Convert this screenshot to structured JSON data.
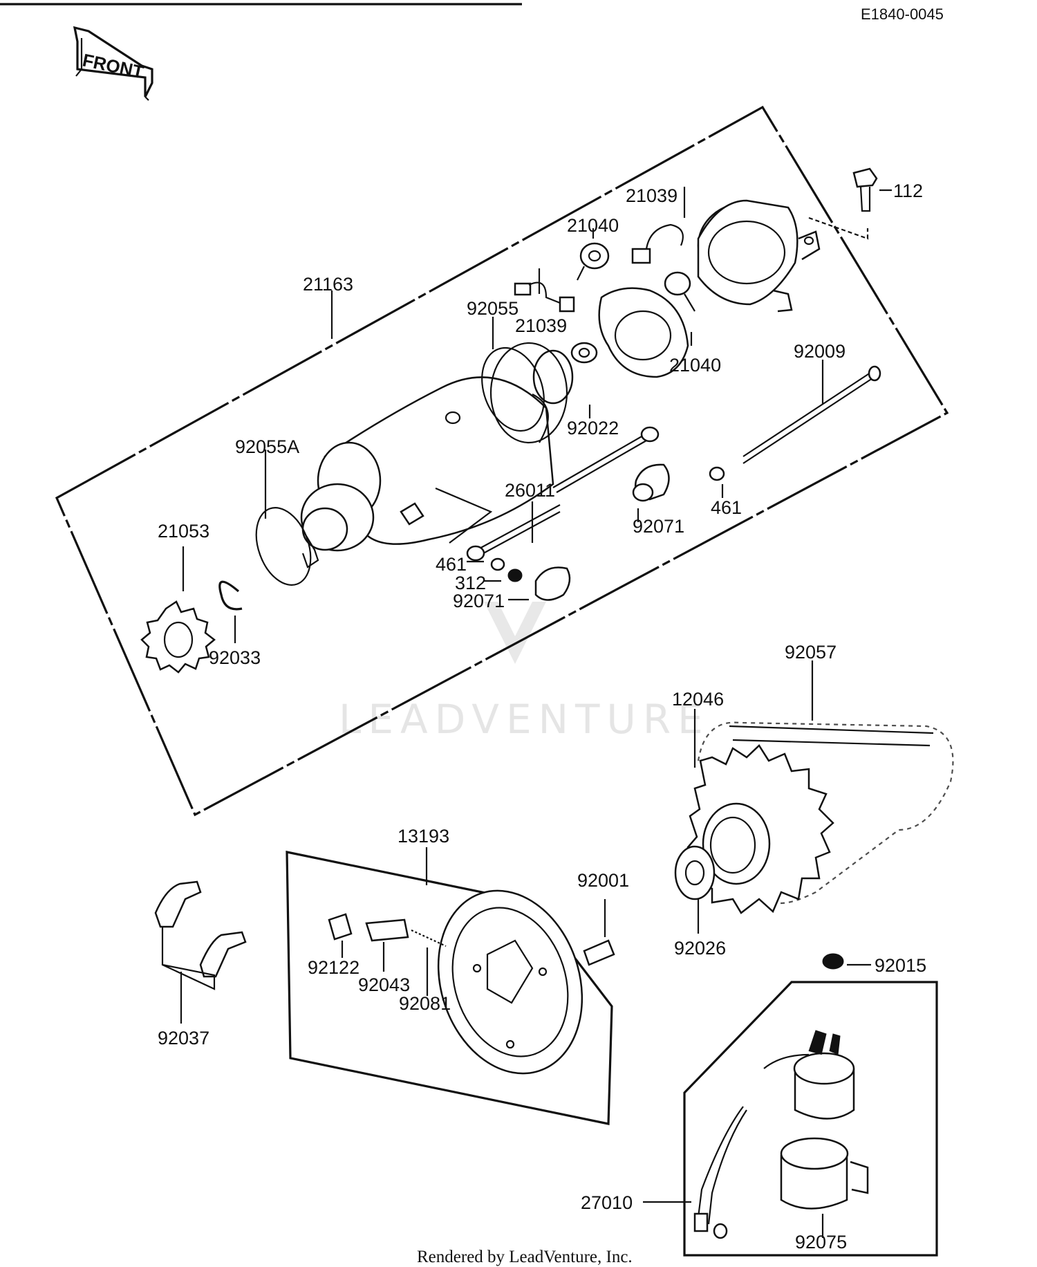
{
  "diagram_code": "E1840-0045",
  "front_label": "FRONT",
  "watermark": "LEADVENTURE",
  "footer": "Rendered by LeadVenture, Inc.",
  "callouts": {
    "c112": "112",
    "c21039a": "21039",
    "c21040a": "21040",
    "c21163": "21163",
    "c92055": "92055",
    "c21039b": "21039",
    "c21040b": "21040",
    "c92009": "92009",
    "c92022": "92022",
    "c92055A": "92055A",
    "c26011": "26011",
    "c92071a": "92071",
    "c461a": "461",
    "c21053": "21053",
    "c461b": "461",
    "c312": "312",
    "c92071b": "92071",
    "c92033": "92033",
    "c92057": "92057",
    "c12046": "12046",
    "c13193": "13193",
    "c92001": "92001",
    "c92026": "92026",
    "c92122": "92122",
    "c92043": "92043",
    "c92081": "92081",
    "c92015": "92015",
    "c92037": "92037",
    "c27010": "27010",
    "c92075": "92075"
  }
}
